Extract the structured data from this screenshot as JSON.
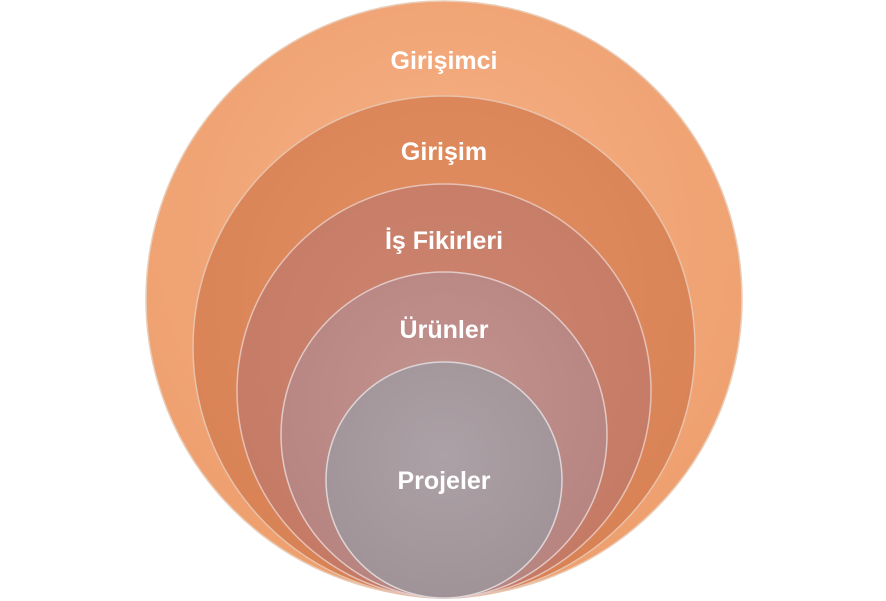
{
  "diagram": {
    "type": "nested-circles",
    "layers": [
      {
        "label": "Girişimci",
        "color": "#F2A676"
      },
      {
        "label": "Girişim",
        "color": "#DD895C"
      },
      {
        "label": "İş Fikirleri",
        "color": "#C97F69"
      },
      {
        "label": "Ürünler",
        "color": "#BD8C88"
      },
      {
        "label": "Projeler",
        "color": "#A69A9F"
      }
    ]
  }
}
